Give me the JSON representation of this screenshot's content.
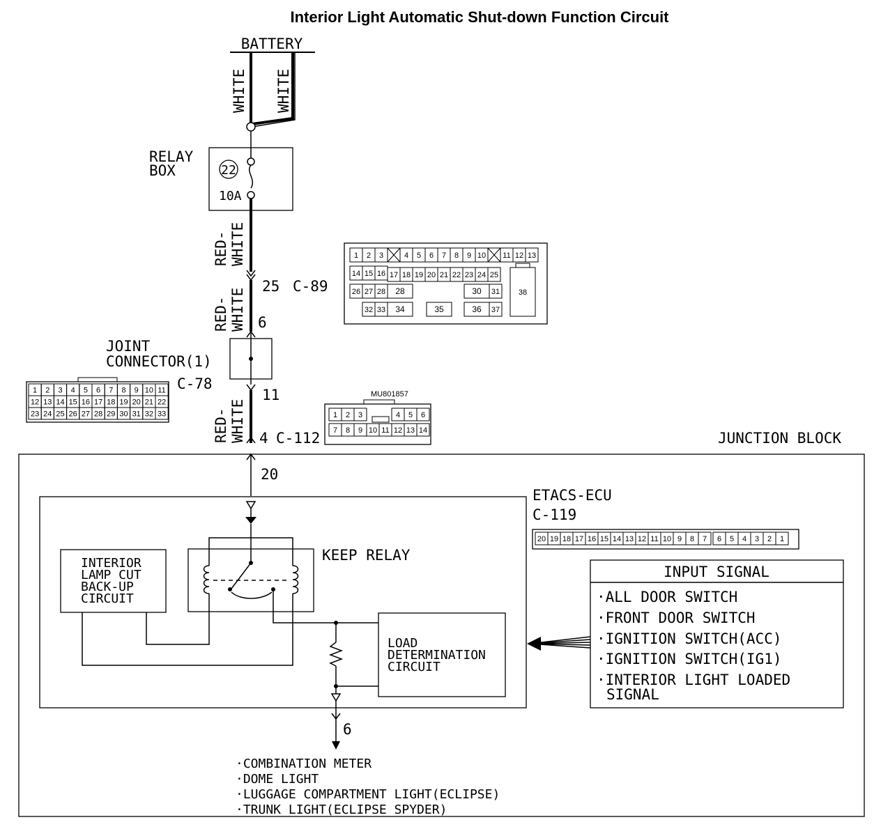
{
  "title": "Interior Light Automatic Shut-down Function Circuit",
  "power": {
    "label": "BATTERY",
    "wire_left": "WHITE",
    "wire_right": "WHITE"
  },
  "relay_box": {
    "label_line1": "RELAY",
    "label_line2": "BOX",
    "fuse_number": "22",
    "fuse_rating": "10A"
  },
  "wires": {
    "w1_line1": "RED-",
    "w1_line2": "WHITE",
    "w2_line1": "RED-",
    "w2_line2": "WHITE",
    "w3_line1": "RED-",
    "w3_line2": "WHITE"
  },
  "connectors": {
    "c89": {
      "pin": "25",
      "name": "C-89",
      "pin_below": "6"
    },
    "c78": {
      "name": "C-78",
      "pin": "11"
    },
    "c112": {
      "pin": "4",
      "name": "C-112",
      "part_no": "MU801857"
    },
    "c119": {
      "name": "C-119"
    }
  },
  "joint_connector": {
    "line1": "JOINT",
    "line2": "CONNECTOR(1)"
  },
  "junction_block": {
    "label": "JUNCTION BLOCK",
    "pin_in": "20",
    "pin_out": "6"
  },
  "ecu": {
    "label": "ETACS-ECU"
  },
  "keep_relay": {
    "label": "KEEP RELAY"
  },
  "interior_lamp_cut": {
    "line1": "INTERIOR",
    "line2": "LAMP CUT",
    "line3": "BACK-UP",
    "line4": "CIRCUIT"
  },
  "load_determination": {
    "line1": "LOAD",
    "line2": "DETERMINATION",
    "line3": "CIRCUIT"
  },
  "input_signal": {
    "header": "INPUT SIGNAL",
    "items": [
      "·ALL DOOR SWITCH",
      "·FRONT DOOR SWITCH",
      "·IGNITION SWITCH(ACC)",
      "·IGNITION SWITCH(IG1)",
      "·INTERIOR LIGHT LOADED"
    ],
    "items_cont": "SIGNAL"
  },
  "outputs": [
    "·COMBINATION METER",
    "·DOME LIGHT",
    "·LUGGAGE COMPARTMENT LIGHT(ECLIPSE)",
    "·TRUNK LIGHT(ECLIPSE SPYDER)"
  ],
  "c89_face": {
    "row1": [
      "1",
      "2",
      "3",
      "4",
      "5",
      "6",
      "7",
      "8",
      "9",
      "10",
      "11",
      "12",
      "13"
    ],
    "row2": [
      "14",
      "15",
      "16",
      "17",
      "18",
      "19",
      "20",
      "21",
      "22",
      "23",
      "24",
      "25"
    ],
    "row3": [
      "26",
      "27",
      "28",
      "30",
      "31"
    ],
    "row4": [
      "32",
      "33",
      "34",
      "35",
      "36",
      "37"
    ],
    "big": "38"
  },
  "c78_face": {
    "row1": [
      "1",
      "2",
      "3",
      "4",
      "5",
      "6",
      "7",
      "8",
      "9",
      "10",
      "11"
    ],
    "row2": [
      "12",
      "13",
      "14",
      "15",
      "16",
      "17",
      "18",
      "19",
      "20",
      "21",
      "22"
    ],
    "row3": [
      "23",
      "24",
      "25",
      "26",
      "27",
      "28",
      "29",
      "30",
      "31",
      "32",
      "33"
    ]
  },
  "c112_face": {
    "row1": [
      "1",
      "2",
      "3",
      "4",
      "5",
      "6"
    ],
    "row2": [
      "7",
      "8",
      "9",
      "10",
      "11",
      "12",
      "13",
      "14"
    ]
  },
  "c119_face": {
    "row": [
      "20",
      "19",
      "18",
      "17",
      "16",
      "15",
      "14",
      "13",
      "12",
      "11",
      "10",
      "9",
      "8",
      "7",
      "6",
      "5",
      "4",
      "3",
      "2",
      "1"
    ]
  }
}
